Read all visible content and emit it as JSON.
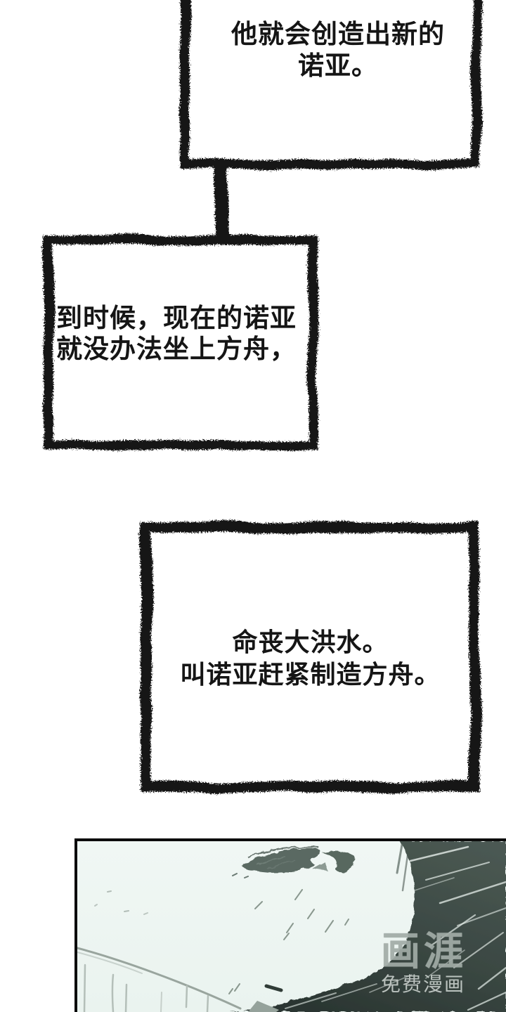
{
  "page": {
    "background_color": "#ffffff",
    "ink_color": "#151515"
  },
  "bubbles": [
    {
      "lines": [
        "他就会创造出新的",
        "诺亚。"
      ]
    },
    {
      "lines": [
        "到时候，现在的诺亚",
        "就没办法坐上方舟，"
      ]
    },
    {
      "lines": [
        "命丧大洪水。",
        "叫诺亚赶紧制造方舟。"
      ]
    }
  ],
  "watermark": {
    "logo": "画涯",
    "subtitle": "免费漫画"
  },
  "panel_art": {
    "background_color": "#eef5f1",
    "shadow_color": "#35423d",
    "eye_color": "#5a6962",
    "line_color": "#99a59e"
  }
}
